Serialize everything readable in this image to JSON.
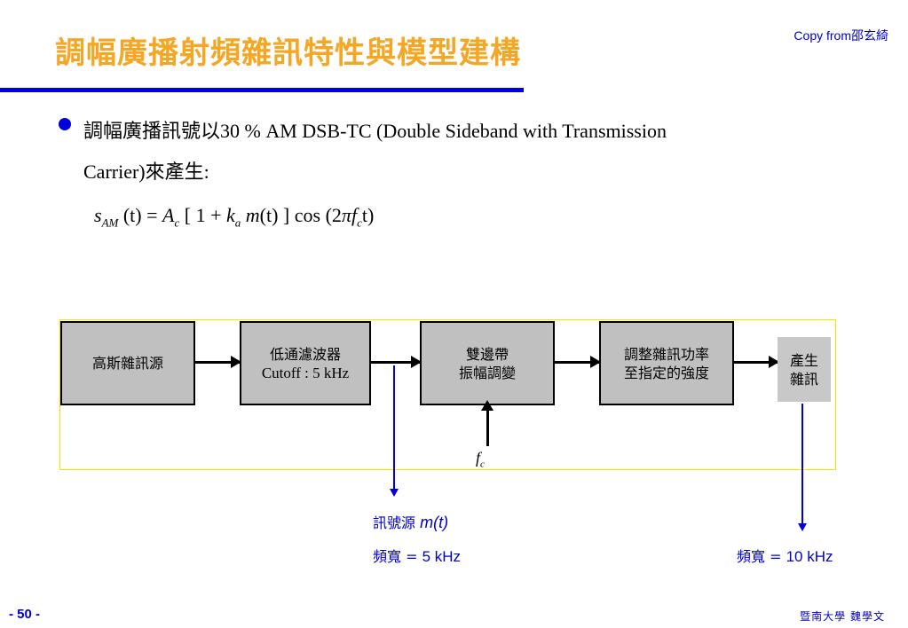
{
  "slide": {
    "title": "調幅廣播射頻雜訊特性與模型建構",
    "copy_note": "Copy from邵玄綺",
    "page_number": "- 50 -",
    "author": "暨南大學 魏學文"
  },
  "bullet": {
    "text_line1": "調幅廣播訊號以30 % AM DSB-TC (Double Sideband with Transmission",
    "text_line2": "Carrier)來產生:"
  },
  "formula": {
    "s": "s",
    "s_sub": "AM",
    "t1": "(t)",
    "eq": " = ",
    "A": "A",
    "A_sub": "c",
    "lb": " [ 1 + ",
    "k": "k",
    "k_sub": "a",
    "m": " m",
    "t2": "(t) ] cos (2",
    "pi": "π",
    "f": "f",
    "f_sub": "c",
    "t3": "t)"
  },
  "diagram": {
    "blocks": {
      "gaussian_source": "高斯雜訊源",
      "lpf_line1": "低通濾波器",
      "lpf_line2": "Cutoff : 5 kHz",
      "dsb_line1": "雙邊帶",
      "dsb_line2": "振幅調變",
      "adjust_line1": "調整雜訊功率",
      "adjust_line2": "至指定的強度",
      "output_line1": "產生",
      "output_line2": "雜訊"
    },
    "carrier_label": "f",
    "carrier_sub": "c",
    "signal_note_prefix": "訊號源 ",
    "signal_note_name": "m(t)",
    "signal_bw_prefix": "頻寬 = ",
    "signal_bw_value": "5 kHz",
    "output_bw_prefix": "頻寬 = ",
    "output_bw_value": "10 kHz"
  },
  "colors": {
    "title": "#f5a623",
    "accent_blue": "#0000dd",
    "frame_yellow": "#f2e600",
    "block_gray": "#c0c0c0"
  }
}
